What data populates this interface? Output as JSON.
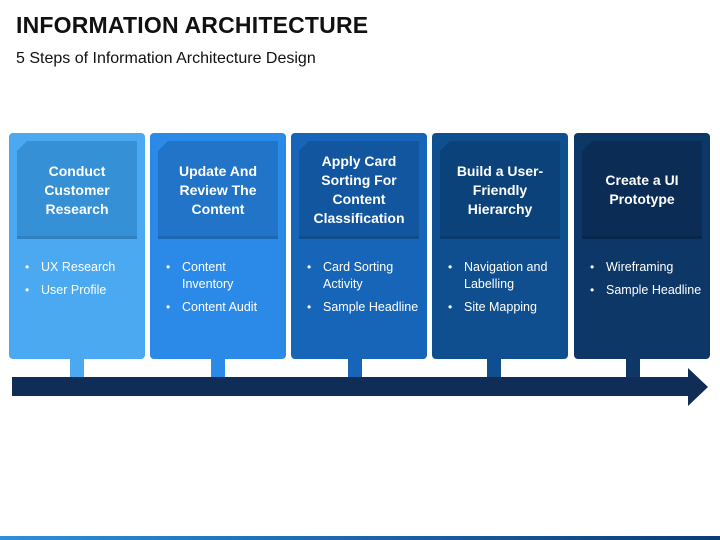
{
  "title": "INFORMATION ARCHITECTURE",
  "subtitle": "5 Steps of Information Architecture Design",
  "steps": [
    {
      "heading": "Conduct Customer Research",
      "bullets": [
        "UX Research",
        "User Profile"
      ],
      "card_color": "#4aa9f0",
      "head_color": "#3590d6"
    },
    {
      "heading": "Update And Review The Content",
      "bullets": [
        "Content Inventory",
        "Content Audit"
      ],
      "card_color": "#2b8ae8",
      "head_color": "#2174c8"
    },
    {
      "heading": "Apply Card Sorting For Content Classification",
      "bullets": [
        "Card Sorting Activity",
        "Sample Headline"
      ],
      "card_color": "#1665b8",
      "head_color": "#12569f"
    },
    {
      "heading": "Build a User-Friendly Hierarchy",
      "bullets": [
        "Navigation and Labelling",
        "Site Mapping"
      ],
      "card_color": "#0f4f8f",
      "head_color": "#0c427a"
    },
    {
      "heading": "Create a UI Prototype",
      "bullets": [
        "Wireframing",
        "Sample Headline"
      ],
      "card_color": "#0d3767",
      "head_color": "#0a2c55"
    }
  ],
  "timeline_color": "#0f2d57"
}
